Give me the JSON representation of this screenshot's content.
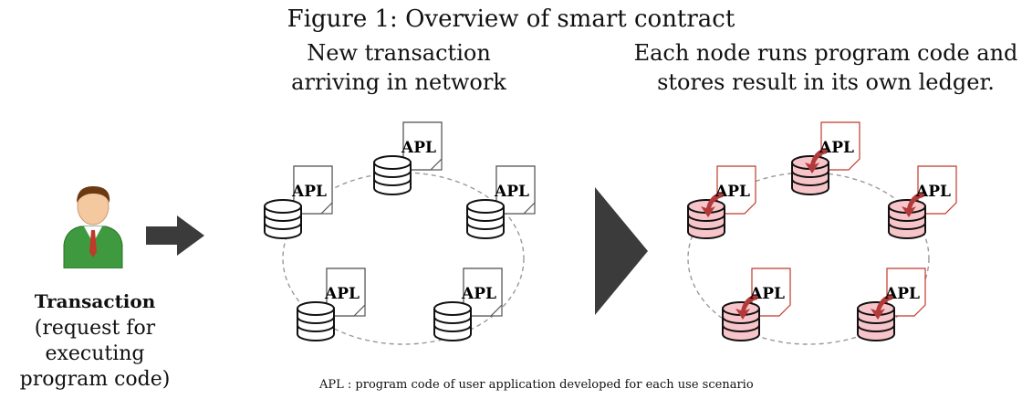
{
  "title": "Figure 1: Overview of smart contract",
  "left_label": {
    "title": "Transaction",
    "desc_lines": [
      "(request for executing",
      "program code)"
    ]
  },
  "middle_label": {
    "lines": [
      "New transaction",
      "arriving in network"
    ]
  },
  "right_label": {
    "lines": [
      "Each node runs program code and",
      "stores result in its own ledger."
    ]
  },
  "node_label": "APL",
  "footnote": "APL : program code of user application developed for each use scenario",
  "colors": {
    "plain_stroke": "#111111",
    "executed_fill": "#f7c5c9",
    "executed_stroke": "#c0392b",
    "exec_arrow": "#b23a3a",
    "chevron": "#3b3b3b",
    "link_dashed": "#9a9a9a"
  }
}
